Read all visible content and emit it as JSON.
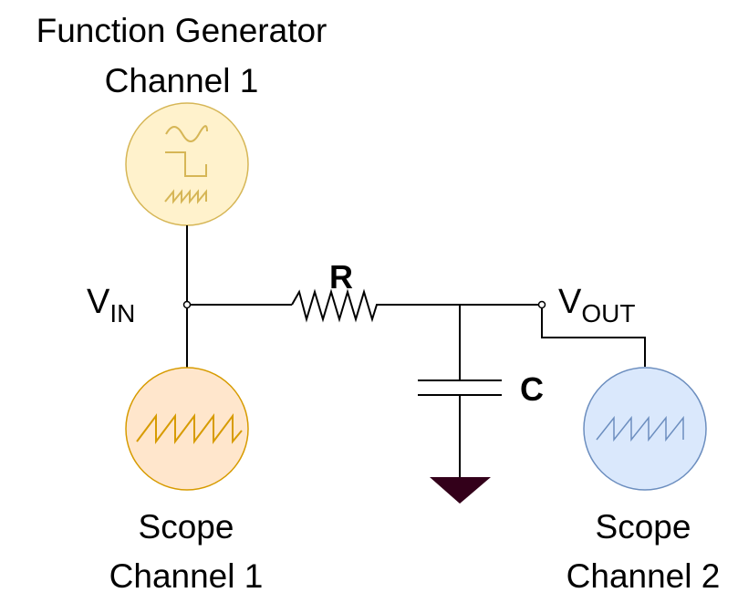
{
  "function_generator": {
    "line1": "Function Generator",
    "line2": "Channel 1",
    "fill": "#fff2cc",
    "stroke": "#d6b656"
  },
  "scope_1": {
    "line1": "Scope",
    "line2": "Channel 1",
    "fill": "#ffe6cc",
    "stroke": "#d79b00"
  },
  "scope_2": {
    "line1": "Scope",
    "line2": "Channel 2",
    "fill": "#dae8fc",
    "stroke": "#6c8ebf"
  },
  "nodes": {
    "vin_main": "V",
    "vin_sub": "IN",
    "vout_main": "V",
    "vout_sub": "OUT"
  },
  "components": {
    "resistor": "R",
    "capacitor": "C"
  },
  "colors": {
    "wire": "#000000",
    "ground": "#33001a"
  },
  "icons": {
    "function_generator": "waveform-generator-icon",
    "scope": "sawtooth-wave-icon",
    "ground": "ground-symbol-icon"
  }
}
